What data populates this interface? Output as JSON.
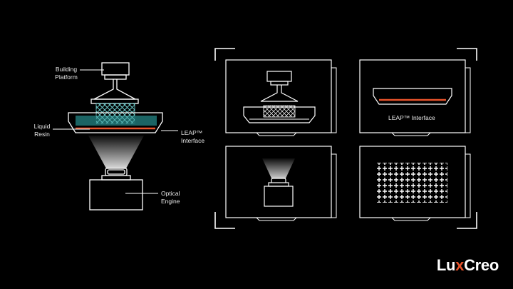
{
  "labels": {
    "building_platform_line1": "Building",
    "building_platform_line2": "Platform",
    "liquid_resin_line1": "Liquid",
    "liquid_resin_line2": "Resin",
    "leap_line1": "LEAP™",
    "leap_line2": "Interface",
    "optical_line1": "Optical",
    "optical_line2": "Engine",
    "panel_leap": "LEAP™ Interface"
  },
  "logo": {
    "part1": "Lu",
    "part2": "x",
    "part3": "Creo"
  },
  "colors": {
    "accent": "#e8532b",
    "resin": "#1e6f6f",
    "line": "#ffffff",
    "background": "#000000"
  }
}
